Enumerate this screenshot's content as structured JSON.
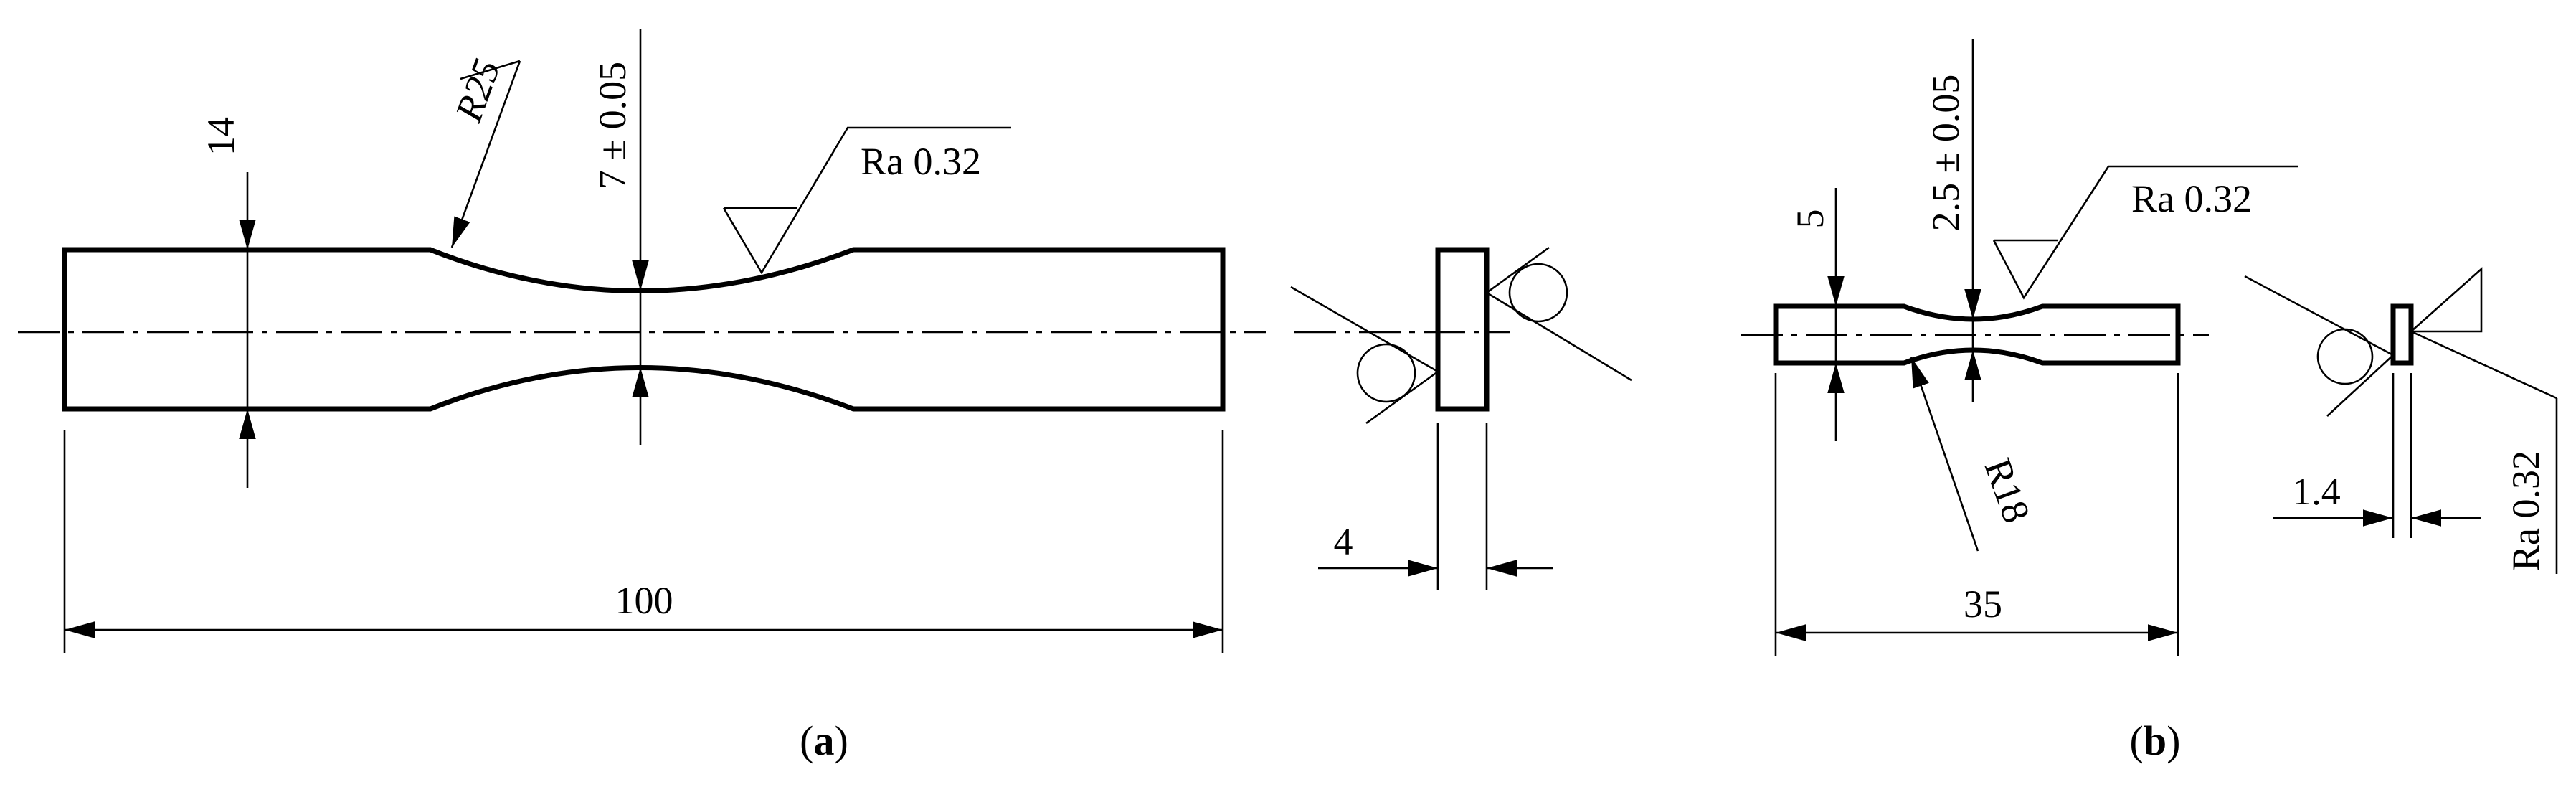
{
  "figure_a": {
    "length": "100",
    "height": "14",
    "neck": "7 ± 0.05",
    "radius": "R25",
    "roughness": "Ra 0.32",
    "thickness": "4",
    "caption_open": "(",
    "caption_letter": "a",
    "caption_close": ")"
  },
  "figure_b": {
    "length": "35",
    "height": "5",
    "neck": "2.5 ± 0.05",
    "radius": "R18",
    "roughness_top": "Ra 0.32",
    "roughness_side": "Ra 0.32",
    "thickness": "1.4",
    "caption_open": "(",
    "caption_letter": "b",
    "caption_close": ")"
  }
}
